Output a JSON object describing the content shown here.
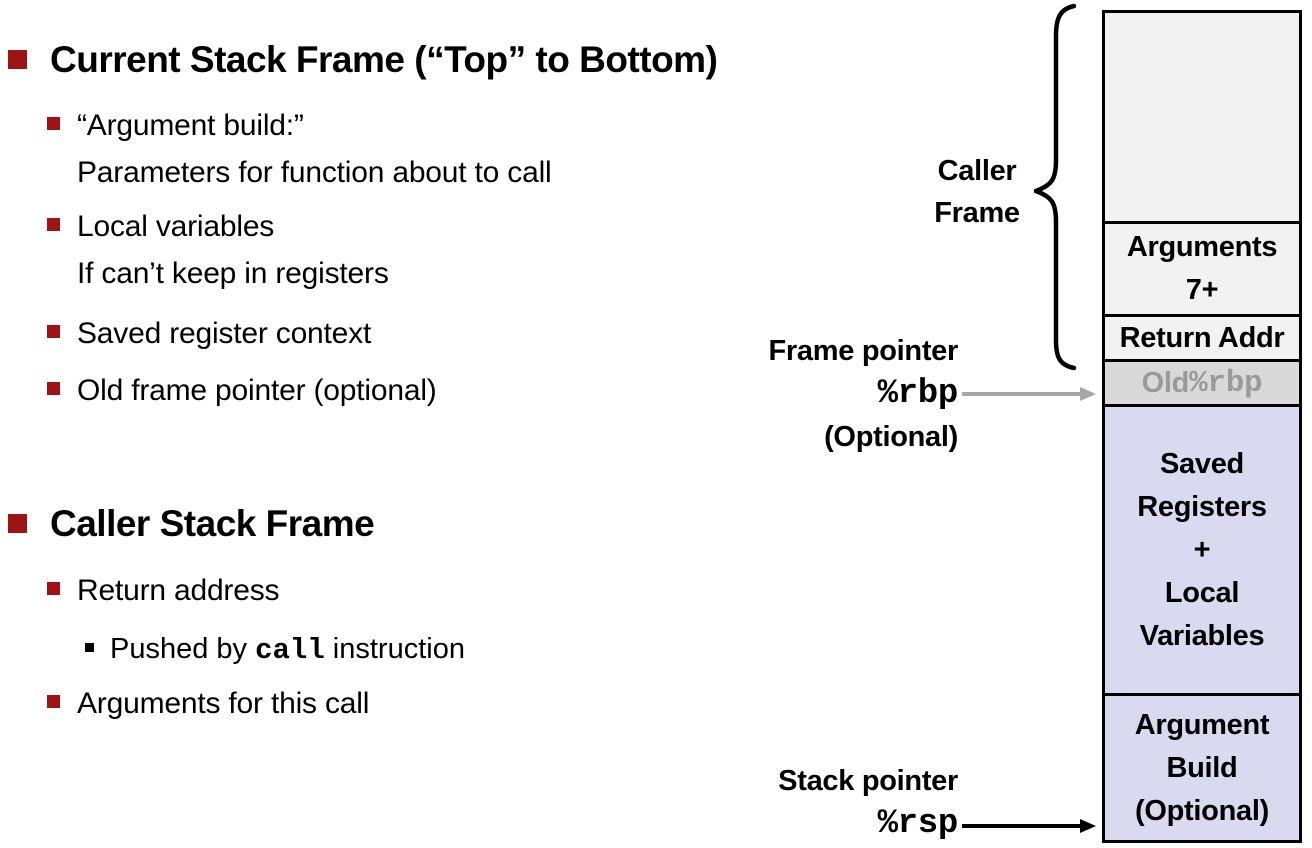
{
  "colors": {
    "accent_bullet": "#9e1414",
    "block_light_gray": "#f2f2f2",
    "block_gray": "#d9d9d9",
    "block_lavender": "#d9d9f0",
    "muted_gray_text": "#9a9a9a",
    "frame_pointer_arrow": "#a6a6a6",
    "stack_pointer_arrow": "#000000"
  },
  "sections": [
    {
      "title": "Current Stack Frame (“Top” to Bottom)",
      "items": [
        {
          "line1": "“Argument build:”",
          "line2": "Parameters for function about to call"
        },
        {
          "line1": "Local variables",
          "line2": "If can’t keep in registers"
        },
        {
          "line1": "Saved register context"
        },
        {
          "line1": "Old frame pointer (optional)"
        }
      ]
    },
    {
      "title": "Caller Stack Frame",
      "items": [
        {
          "line1": "Return address"
        },
        {
          "line1": "Arguments for this call"
        }
      ],
      "subitem": {
        "pre": "Pushed by ",
        "code": "call",
        "post": " instruction"
      }
    }
  ],
  "diagram": {
    "caller_frame_label": "Caller\nFrame",
    "frame_pointer": {
      "title": "Frame pointer",
      "register": "%rbp",
      "note": "(Optional)"
    },
    "stack_pointer": {
      "title": "Stack pointer",
      "register": "%rsp"
    },
    "blocks": {
      "arguments": "Arguments\n7+",
      "return_addr": "Return Addr",
      "old_rbp_pre": "Old ",
      "old_rbp_code": "%rbp",
      "saved_registers": "Saved\nRegisters\n+\nLocal\nVariables",
      "argument_build": "Argument\nBuild\n(Optional)"
    }
  }
}
